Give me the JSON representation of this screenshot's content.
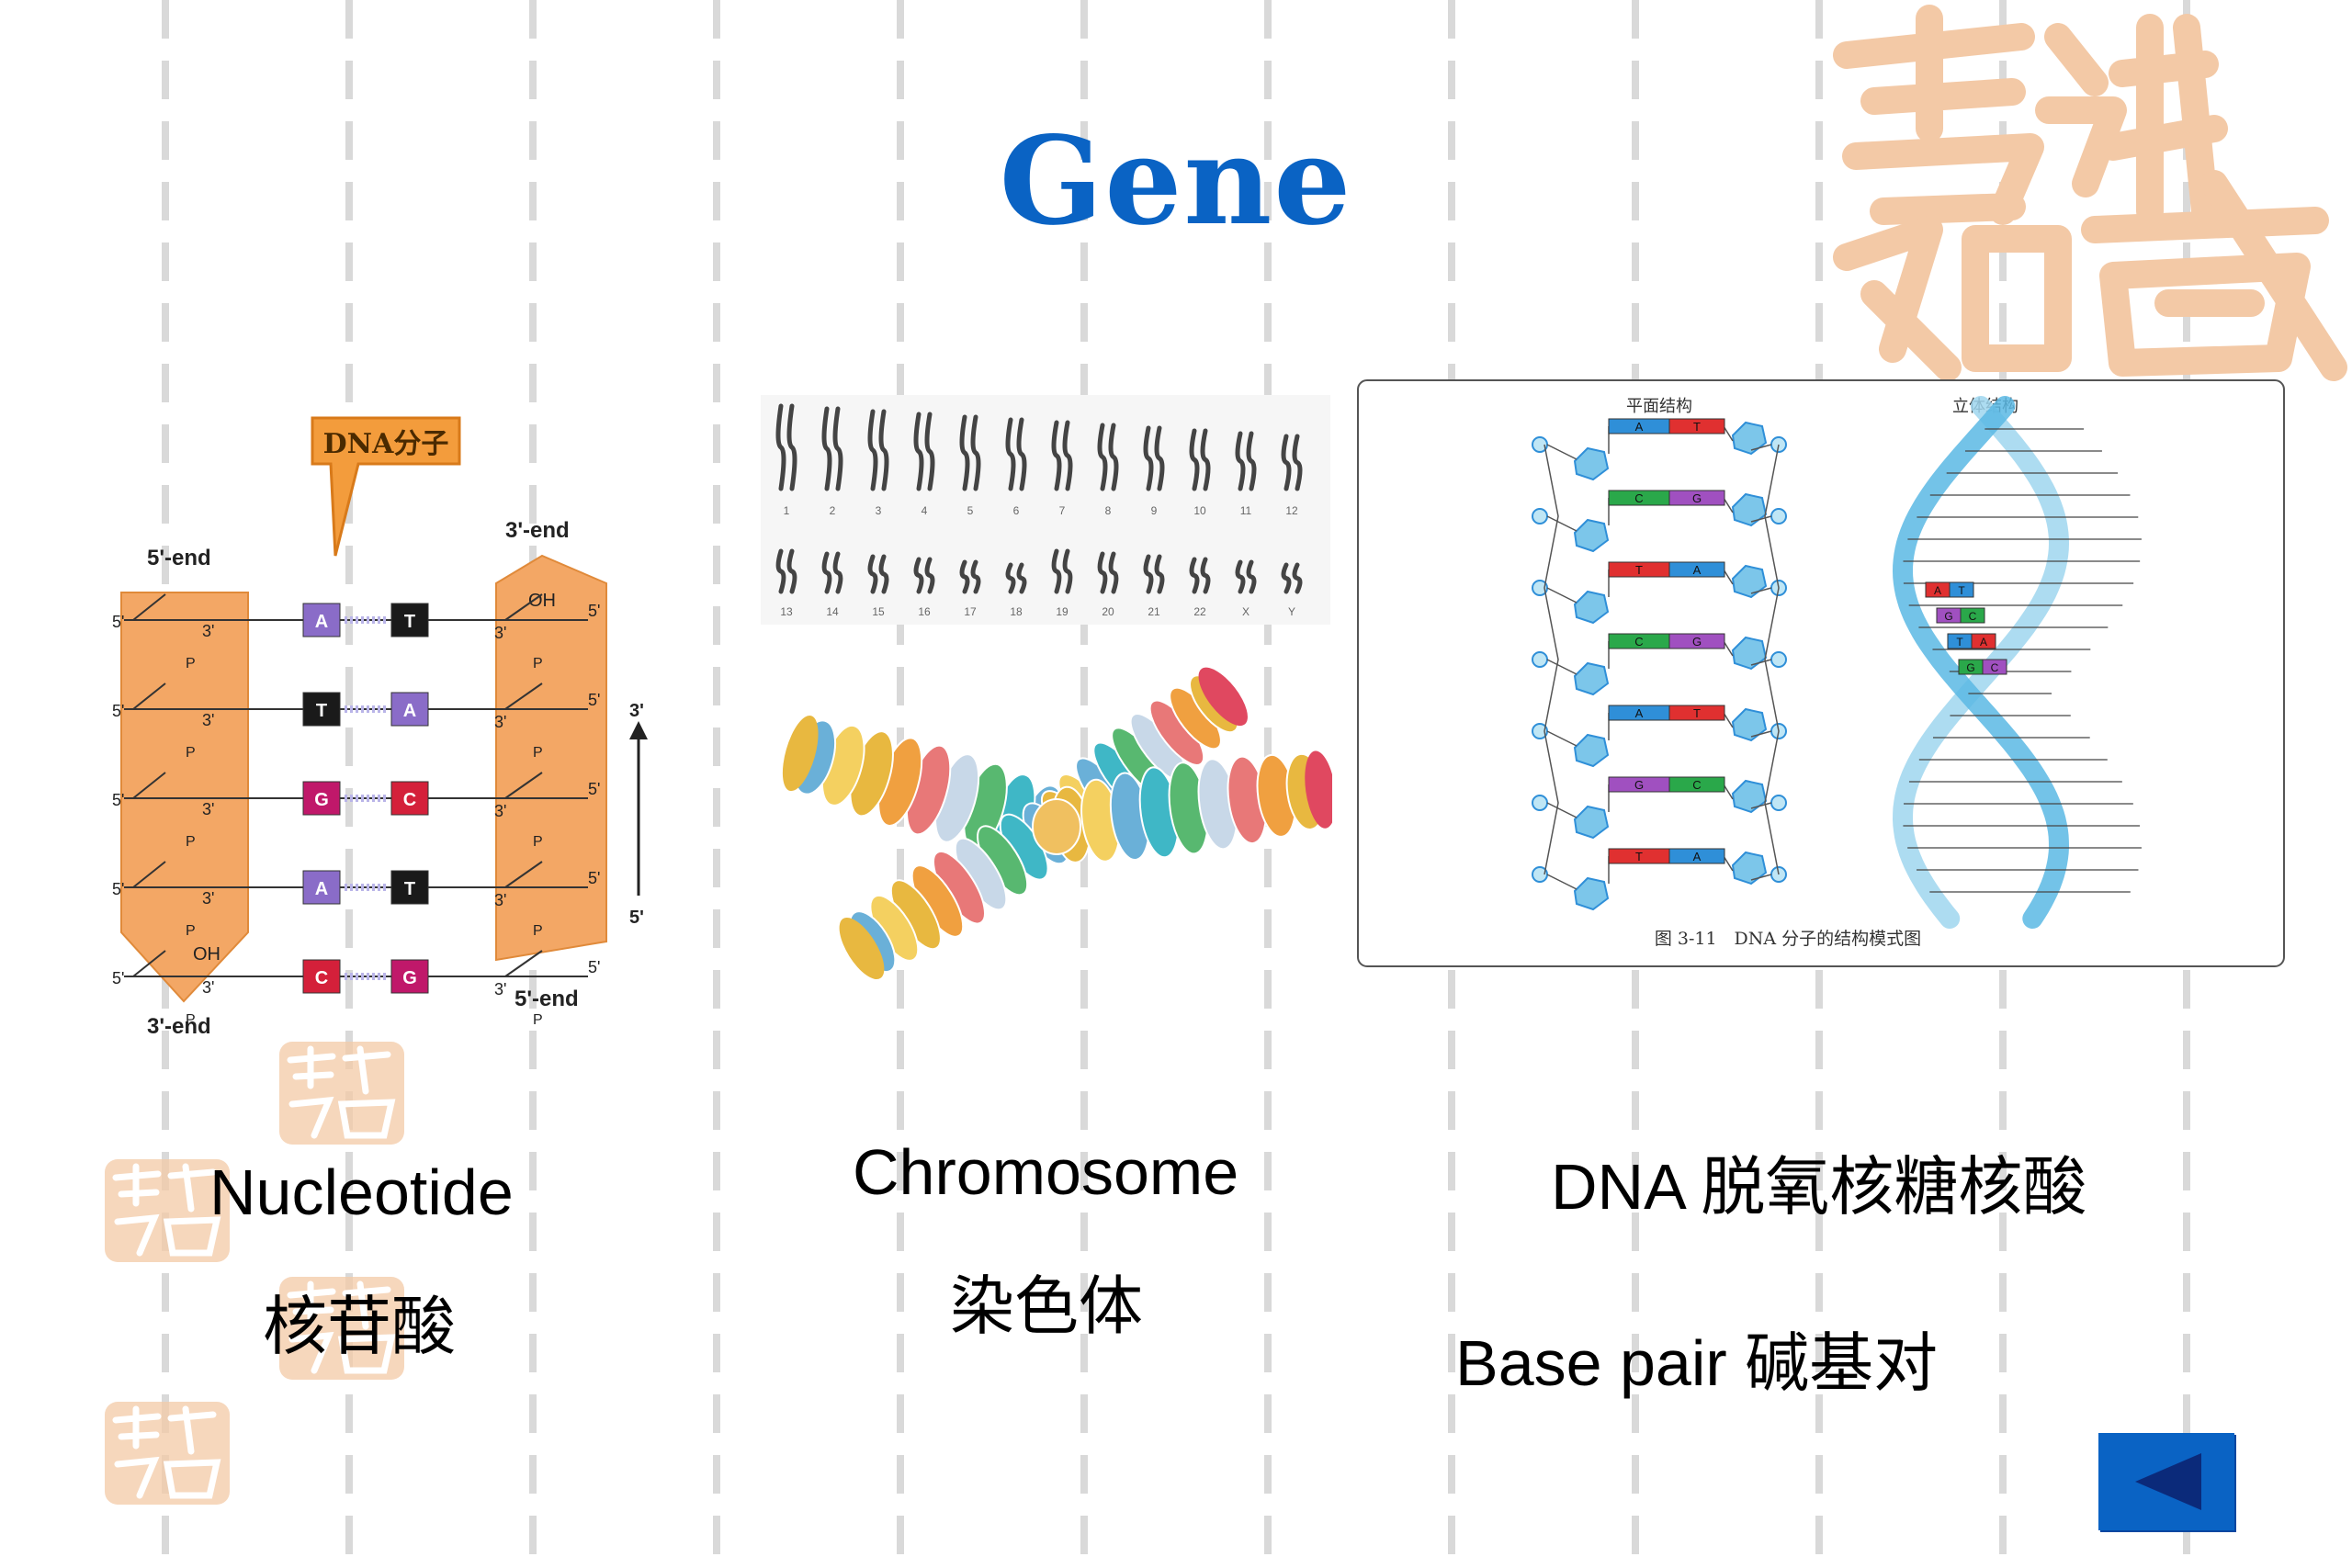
{
  "slide": {
    "title": "Gene",
    "labels": {
      "nucleotide_en": "Nucleotide",
      "nucleotide_zh": "核苷酸",
      "chromosome_en": "Chromosome",
      "chromosome_zh": "染色体",
      "dna_label": "DNA 脱氧核糖核酸",
      "base_pair_label": "Base pair 碱基对"
    }
  },
  "nucleotide_diagram": {
    "callout": "DNA分子",
    "end_top_left": "5'-end",
    "end_top_right": "3'-end",
    "end_bottom_left": "3'-end",
    "end_bottom_right": "5'-end",
    "oh_top": "OH",
    "oh_bottom": "OH",
    "axis_top": "3'",
    "axis_bottom": "5'",
    "strand_marks": [
      "5'",
      "3'",
      "P"
    ],
    "pairs": [
      {
        "left": "A",
        "right": "T",
        "left_color": "#8a6cc8",
        "right_color": "#1a1a1a"
      },
      {
        "left": "T",
        "right": "A",
        "left_color": "#1a1a1a",
        "right_color": "#8a6cc8"
      },
      {
        "left": "G",
        "right": "C",
        "left_color": "#c0186a",
        "right_color": "#d4203a"
      },
      {
        "left": "A",
        "right": "T",
        "left_color": "#8a6cc8",
        "right_color": "#1a1a1a"
      },
      {
        "left": "C",
        "right": "G",
        "left_color": "#d4203a",
        "right_color": "#c0186a"
      }
    ]
  },
  "karyotype": {
    "row1_numbers": [
      "1",
      "2",
      "3",
      "4",
      "5",
      "6",
      "7",
      "8",
      "9",
      "10",
      "11",
      "12"
    ],
    "row2_numbers": [
      "13",
      "14",
      "15",
      "16",
      "17",
      "18",
      "19",
      "20",
      "21",
      "22",
      "X",
      "Y"
    ]
  },
  "dna_structure": {
    "plane_title": "平面结构",
    "helix_title": "立体结构",
    "caption": "图 3-11　DNA 分子的结构模式图",
    "plane_pairs": [
      {
        "left": "A",
        "right": "T",
        "left_color": "#2f8fd8",
        "right_color": "#e03030"
      },
      {
        "left": "C",
        "right": "G",
        "left_color": "#2aa84a",
        "right_color": "#a050c0"
      },
      {
        "left": "T",
        "right": "A",
        "left_color": "#e03030",
        "right_color": "#2f8fd8"
      },
      {
        "left": "C",
        "right": "G",
        "left_color": "#2aa84a",
        "right_color": "#a050c0"
      },
      {
        "left": "A",
        "right": "T",
        "left_color": "#2f8fd8",
        "right_color": "#e03030"
      },
      {
        "left": "G",
        "right": "C",
        "left_color": "#a050c0",
        "right_color": "#2aa84a"
      },
      {
        "left": "T",
        "right": "A",
        "left_color": "#e03030",
        "right_color": "#2f8fd8"
      }
    ],
    "helix_pairs": [
      {
        "left": "A",
        "right": "T"
      },
      {
        "left": "G",
        "right": "C"
      },
      {
        "left": "T",
        "right": "A"
      },
      {
        "left": "G",
        "right": "C"
      }
    ]
  },
  "colors": {
    "title": "#0a63c4",
    "stamp": "#f3c9a6",
    "nav_button": "#0a63c4"
  },
  "nav": {
    "back_icon": "triangle-left-icon"
  }
}
